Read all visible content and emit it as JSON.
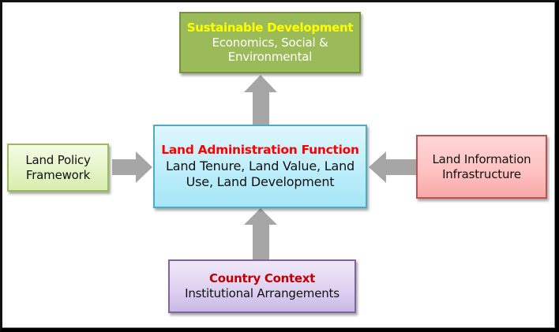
{
  "diagram": {
    "top_box": {
      "title": "Sustainable Development",
      "lines": [
        "Economics, Social &",
        "Environmental"
      ],
      "fill_color": "#9bbb59",
      "title_color": "#ffff00"
    },
    "center_box": {
      "title": "Land Administration Function",
      "lines": [
        "Land Tenure, Land Value, Land",
        "Use, Land Development"
      ],
      "fill_color": "#bdeefb",
      "title_color": "#ff0000"
    },
    "left_box": {
      "lines": [
        "Land Policy",
        "Framework"
      ],
      "fill_color": "#e3f4c4"
    },
    "right_box": {
      "lines": [
        "Land Information",
        "Infrastructure"
      ],
      "fill_color": "#ffc0c0"
    },
    "bottom_box": {
      "title": "Country Context",
      "lines": [
        "Institutional Arrangements"
      ],
      "fill_color": "#ddd0f0",
      "title_color": "#c00000"
    },
    "arrows": [
      {
        "from": "center_box",
        "to": "top_box",
        "direction": "up"
      },
      {
        "from": "left_box",
        "to": "center_box",
        "direction": "right"
      },
      {
        "from": "right_box",
        "to": "center_box",
        "direction": "left"
      },
      {
        "from": "bottom_box",
        "to": "center_box",
        "direction": "up"
      }
    ],
    "arrow_color": "#a6a6a6"
  }
}
